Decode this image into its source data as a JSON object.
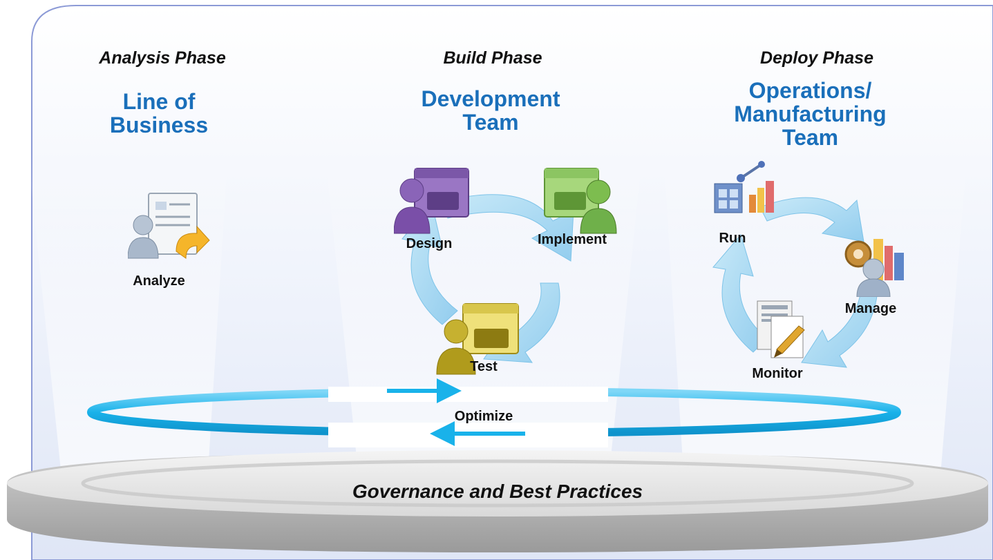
{
  "phases": {
    "analysis": {
      "label": "Analysis Phase",
      "team": "Line of Business"
    },
    "build": {
      "label": "Build Phase",
      "team": "Development Team"
    },
    "deploy": {
      "label": "Deploy Phase",
      "team": "Operations/ Manufacturing Team"
    }
  },
  "steps": {
    "analyze": "Analyze",
    "design": "Design",
    "implement": "Implement",
    "test": "Test",
    "run": "Run",
    "manage": "Manage",
    "monitor": "Monitor",
    "optimize": "Optimize"
  },
  "governance": "Governance and Best Practices",
  "colors": {
    "team_text": "#1a6fba",
    "frame_border": "#8c9ad6",
    "cycle_arrow": "#a9d8f2",
    "optimize_ring": "#19b2ea",
    "design_icon": "#7a4fa8",
    "implement_icon": "#6fb04a",
    "test_icon": "#b09b1c"
  },
  "icons": {
    "analyze": "user-document-arrow-icon",
    "design": "user-toolbox-purple-icon",
    "implement": "user-toolbox-green-icon",
    "test": "user-toolbox-yellow-icon",
    "run": "run-dashboard-icon",
    "manage": "manage-gear-chart-icon",
    "monitor": "monitor-documents-pen-icon"
  }
}
